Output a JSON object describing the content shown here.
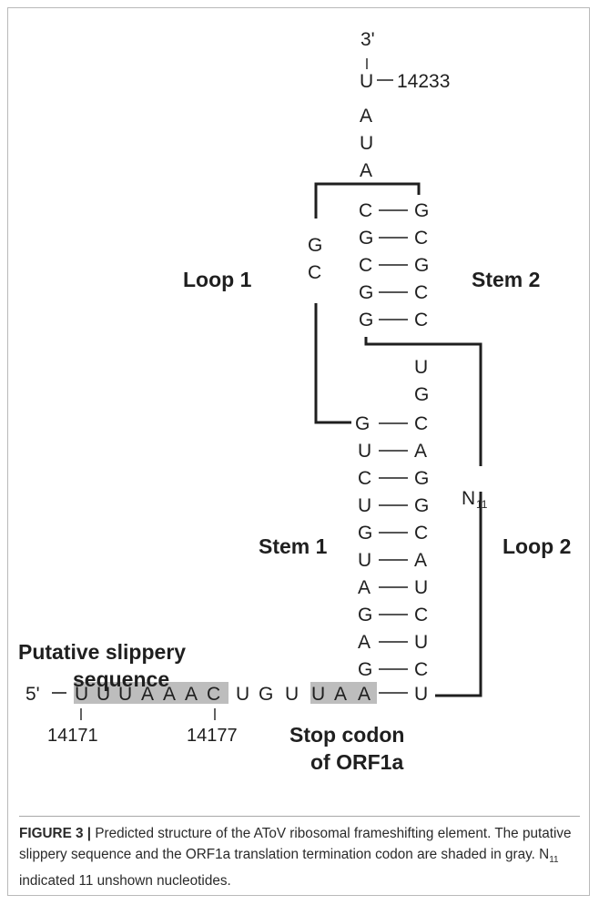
{
  "figure": {
    "end3": "3'",
    "end5": "5'",
    "pos_top": "14233",
    "top_strand": [
      "U",
      "A",
      "U",
      "A"
    ],
    "stem2_pairs": [
      [
        "C",
        "G"
      ],
      [
        "G",
        "C"
      ],
      [
        "C",
        "G"
      ],
      [
        "G",
        "C"
      ],
      [
        "G",
        "C"
      ]
    ],
    "loop1_bases": [
      "G",
      "C"
    ],
    "loop1_label": "Loop 1",
    "stem2_label": "Stem 2",
    "spacer_bases": [
      "U",
      "G"
    ],
    "stem1_pairs": [
      [
        "G",
        "C"
      ],
      [
        "U",
        "A"
      ],
      [
        "C",
        "G"
      ],
      [
        "U",
        "G"
      ],
      [
        "G",
        "C"
      ],
      [
        "U",
        "A"
      ],
      [
        "A",
        "U"
      ],
      [
        "G",
        "C"
      ],
      [
        "A",
        "U"
      ],
      [
        "G",
        "C"
      ]
    ],
    "stem1_label": "Stem 1",
    "loop2_label": "Loop 2",
    "n11_letter": "N",
    "n11_sub": "11",
    "bottom_sequence": [
      "U",
      "U",
      "U",
      "A",
      "A",
      "A",
      "C",
      "U",
      "G",
      "U",
      "U",
      "A",
      "A"
    ],
    "bottom_end_base": "U",
    "slippery_label_line1": "Putative slippery",
    "slippery_label_line2": "sequence",
    "pos_left": "14171",
    "pos_right": "14177",
    "stop_label_line1": "Stop codon",
    "stop_label_line2": "of ORF1a",
    "shade_color": "#bdbdbd"
  },
  "caption": {
    "label": "FIGURE 3 |",
    "text_1": "Predicted structure of the AToV ribosomal frameshifting element. The putative slippery sequence and the ORF1a translation termination codon are shaded in gray. N",
    "sub": "11",
    "text_2": " indicated 11 unshown nucleotides."
  }
}
